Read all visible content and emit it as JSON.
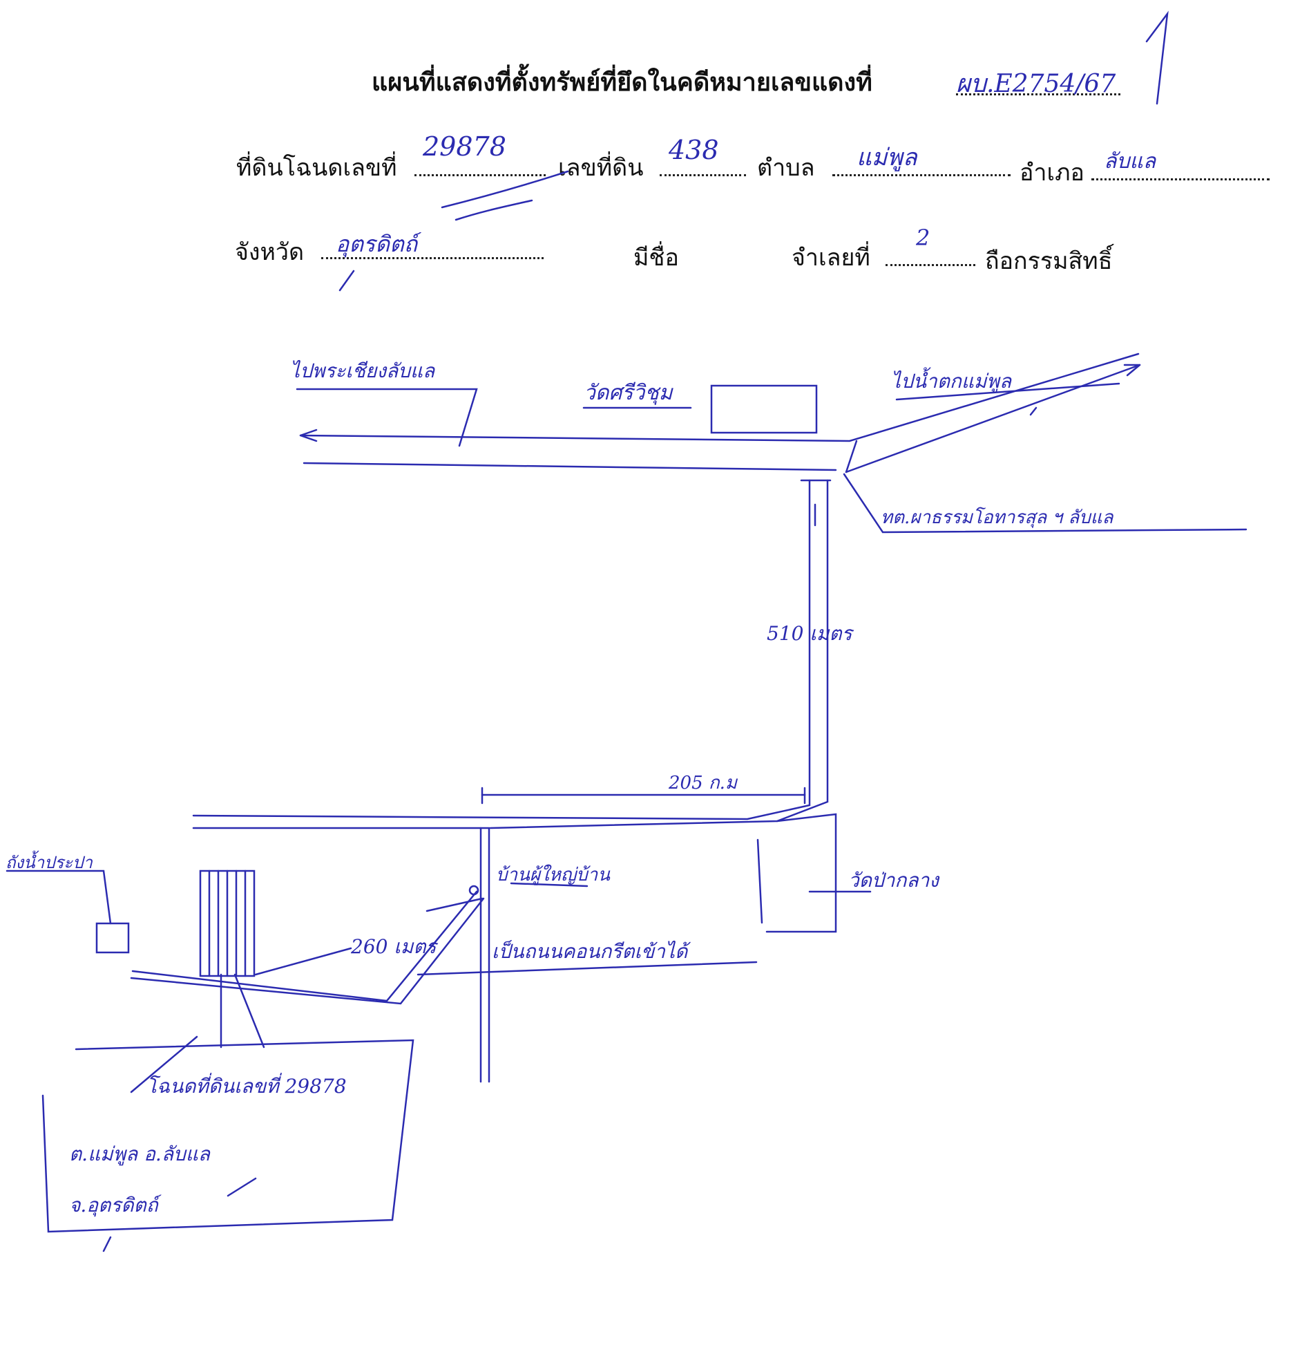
{
  "header": {
    "title": "แผนที่แสดงที่ตั้งทรัพย์ที่ยึดในคดีหมายเลขแดงที่",
    "case_number": "ผบ.E2754/67"
  },
  "form": {
    "deed_label": "ที่ดินโฉนดเลขที่",
    "deed_value": "29878",
    "land_no_label": "เลขที่ดิน",
    "land_no_value": "438",
    "subdistrict_label": "ตำบล",
    "subdistrict_value": "แม่พูล",
    "district_label": "อำเภอ",
    "district_value": "ลับแล",
    "province_label": "จังหวัด",
    "province_value": "อุตรดิตถ์",
    "name_label": "มีชื่อ",
    "defendant_label": "จำเลยที่",
    "defendant_value": "2",
    "ownership_label": "ถือกรรมสิทธิ์"
  },
  "map": {
    "to_lablae": "ไปพระเชียงลับแล",
    "to_maephun": "ไปน้ำตกแม่พูล",
    "temple_top": "วัดศรีวิชุม",
    "tambon_office": "ทต.ผาธรรมโอทารสุล ฯ ลับแล",
    "distance_510": "510 เมตร",
    "distance_205": "205 ก.ม",
    "village_head": "บ้านผู้ใหญ่บ้าน",
    "temple_right": "วัดป่ากลาง",
    "water_tank": "ถังน้ำประปา",
    "distance_260": "260 เมตร",
    "concrete_road": "เป็นถนนคอนกรีตเข้าได้",
    "plot_line1": "โฉนดที่ดินเลขที่ 29878",
    "plot_line2": "ต.แม่พูล อ.ลับแล",
    "plot_line3": "จ.อุตรดิตถ์"
  }
}
